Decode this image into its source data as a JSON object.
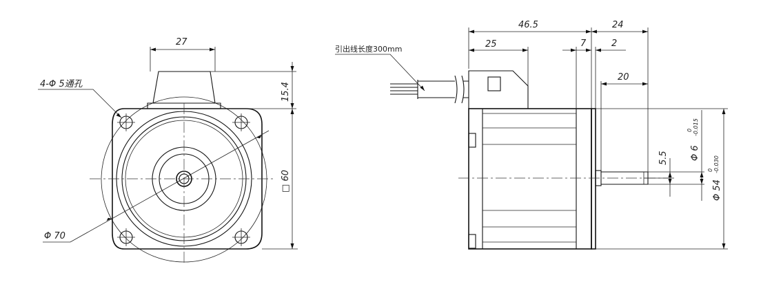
{
  "front_view": {
    "top_width": "27",
    "hole_spec": "4-Φ 5通孔",
    "cap_height": "15.4",
    "square": "□ 60",
    "diameter": "Φ 70"
  },
  "side_view": {
    "cable_note": "引出线长度300mm",
    "total_length": "46.5",
    "shaft_length": "24",
    "connector_length": "25",
    "flange_thickness": "7",
    "boss_length": "2",
    "flat_length": "20",
    "shaft_flat": "5.5",
    "shaft_diameter": "Φ 6",
    "shaft_tol_upper": "0",
    "shaft_tol_lower": "-0.015",
    "pilot_diameter": "Φ 54",
    "pilot_tol_upper": "0",
    "pilot_tol_lower": "-0.030"
  }
}
